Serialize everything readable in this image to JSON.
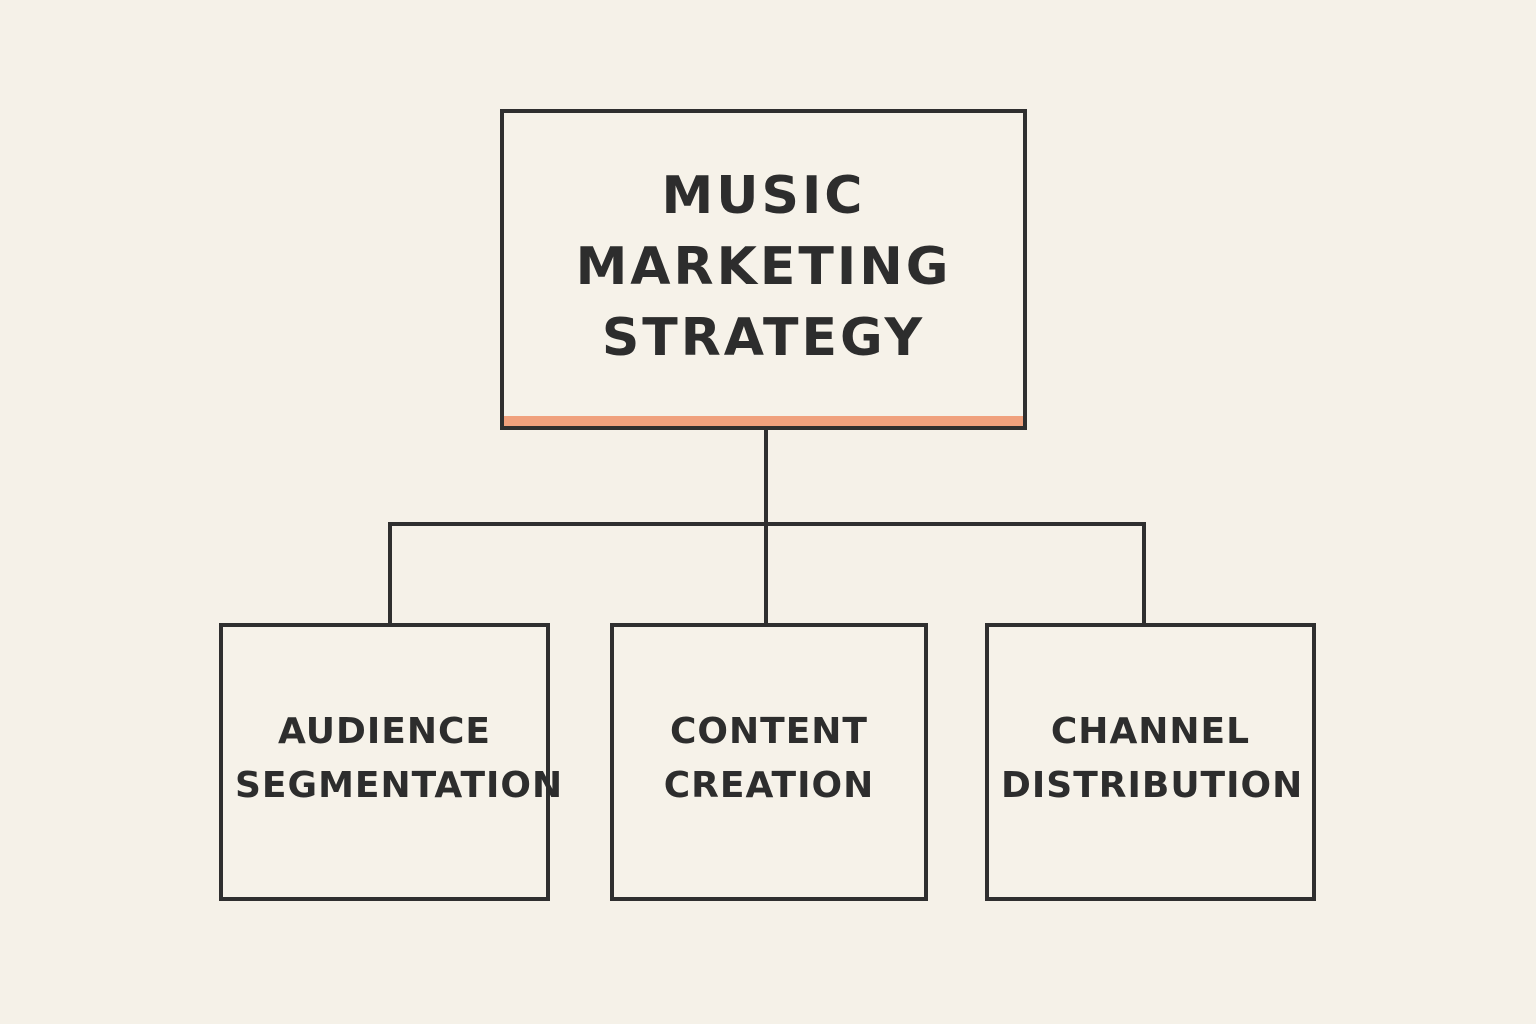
{
  "diagram": {
    "root": {
      "lines": [
        "MUSIC",
        "MARKETING",
        "STRATEGY"
      ]
    },
    "children": [
      {
        "lines": [
          "AUDIENCE",
          "SEGMENTATION"
        ]
      },
      {
        "lines": [
          "CONTENT",
          "CREATION"
        ]
      },
      {
        "lines": [
          "CHANNEL",
          "DISTRIBUTION"
        ]
      }
    ]
  },
  "colors": {
    "background": "#f5f1e8",
    "stroke": "#2f2f2f",
    "text": "#2d2d2d",
    "accent": "#f0a17d"
  }
}
